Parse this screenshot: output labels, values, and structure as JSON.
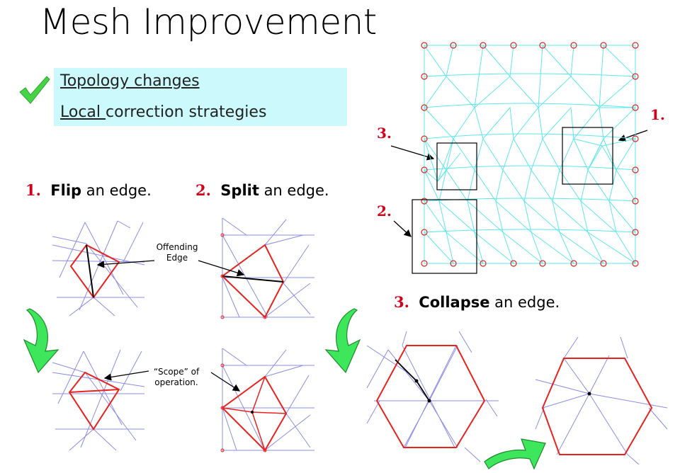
{
  "title": "Mesh Improvement",
  "bullets": {
    "line1": "Topology changes",
    "line2_underlined": "Local ",
    "line2_rest": "correction strategies"
  },
  "steps": {
    "flip": {
      "num": "1.",
      "bold": "Flip",
      "rest": " an edge."
    },
    "split": {
      "num": "2.",
      "bold": "Split",
      "rest": " an edge."
    },
    "collapse": {
      "num": "3.",
      "bold": "Collapse",
      "rest": " an edge."
    }
  },
  "labels": {
    "offending_line1": "Offending",
    "offending_line2": "Edge",
    "scope_line1": "“Scope” of",
    "scope_line2": "operation."
  },
  "mesh_callouts": {
    "c1": "1.",
    "c2": "2.",
    "c3": "3."
  },
  "colors": {
    "box_bg": "#ccf9fc",
    "red": "#d0021b",
    "edge_red": "#e8231f",
    "mesh_cyan": "#5ee7ec",
    "lattice_blue": "#8c8ce6",
    "arrow_green": "#3de65b",
    "check_green": "#46d446"
  },
  "icons": [
    "check-icon",
    "curved-arrow-icon"
  ]
}
